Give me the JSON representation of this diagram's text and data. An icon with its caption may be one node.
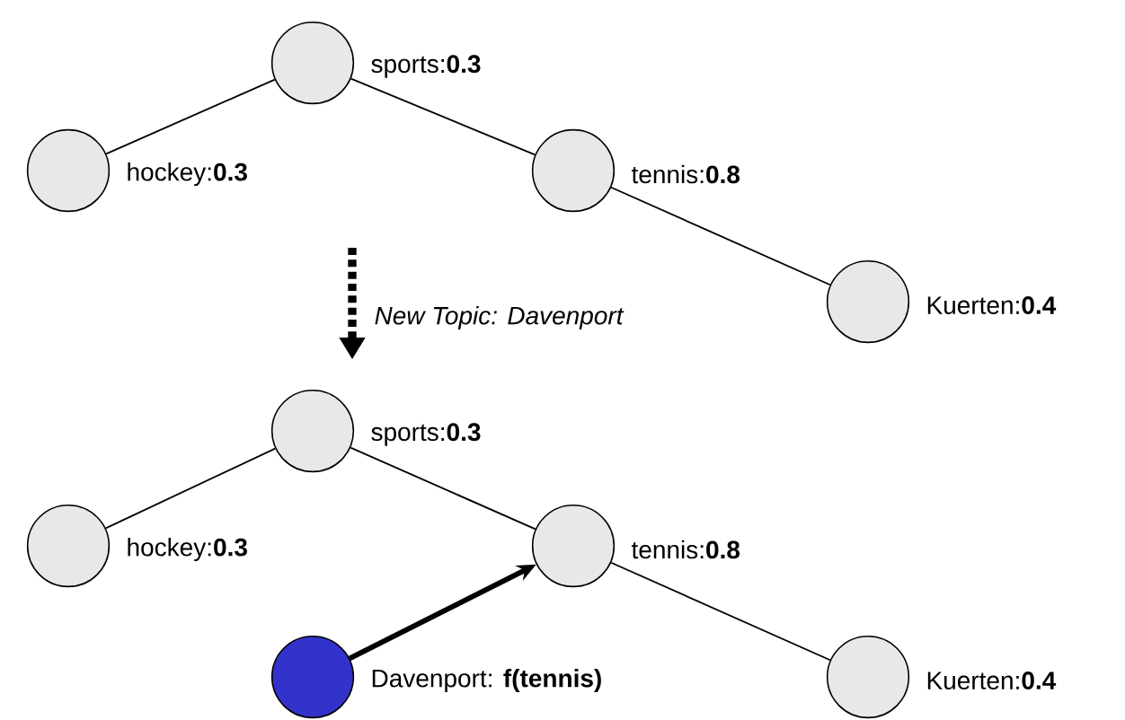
{
  "diagram": {
    "nodes": [
      {
        "text": [],
        "shape": "circle",
        "beside": [
          "sports:**0.3**"
        ]
      },
      {
        "text": [],
        "shape": "circle",
        "beside": [
          "hockey:**0.3**"
        ]
      },
      {
        "text": [],
        "shape": "circle",
        "beside": [
          "tennis:**0.8**"
        ]
      },
      {
        "text": [],
        "shape": "circle",
        "beside": [
          "Kuerten:**0.4**"
        ]
      },
      {
        "text": [],
        "shape": "circle",
        "beside": [
          "sports:**0.3**"
        ]
      },
      {
        "text": [],
        "shape": "circle",
        "beside": [
          "hockey:**0.3**"
        ]
      },
      {
        "text": [],
        "shape": "circle",
        "beside": [
          "tennis:**0.8**"
        ]
      },
      {
        "text": [],
        "shape": "circle",
        "beside": [
          "Davenport: **f(tennis)**"
        ]
      },
      {
        "text": [],
        "shape": "circle",
        "beside": [
          "Kuerten:**0.4**"
        ]
      }
    ],
    "edges": [
      {
        "from": 0,
        "to": 1,
        "arrow": "none"
      },
      {
        "from": 0,
        "to": 2,
        "arrow": "none"
      },
      {
        "from": 2,
        "to": 3,
        "arrow": "none"
      },
      {
        "from": 4,
        "to": 5,
        "arrow": "none"
      },
      {
        "from": 4,
        "to": 6,
        "arrow": "none"
      },
      {
        "from": 6,
        "to": 8,
        "arrow": "none"
      },
      {
        "from": 7,
        "to": 6,
        "arrow": "to",
        "style": "thick"
      }
    ],
    "labels": [
      "New Topic: Davenport"
    ]
  }
}
